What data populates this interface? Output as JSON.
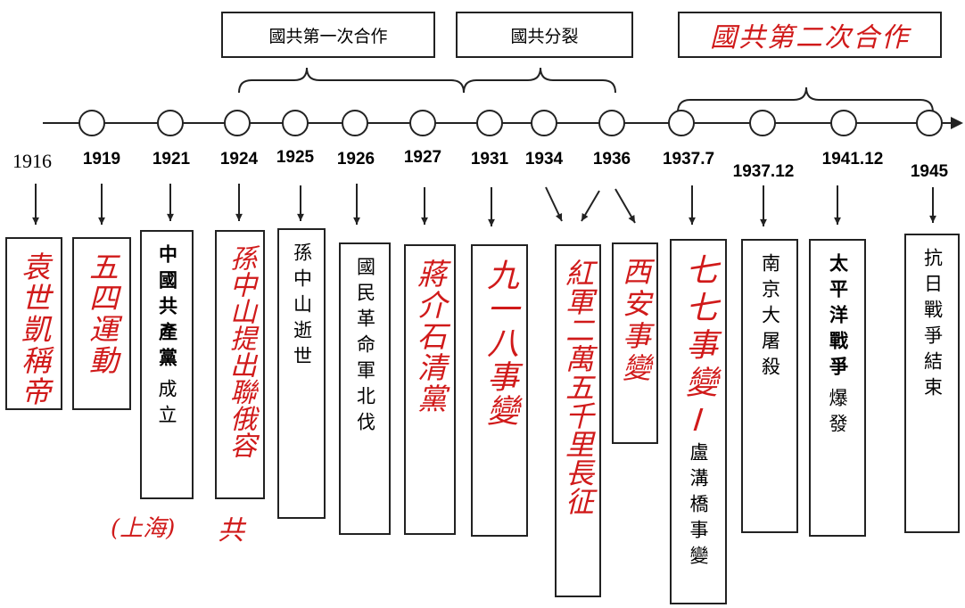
{
  "periods": [
    {
      "label": "國共第一次合作"
    },
    {
      "label": "國共分裂"
    },
    {
      "label": "國共第二次合作"
    }
  ],
  "years": [
    "1916",
    "1919",
    "1921",
    "1924",
    "1925",
    "1926",
    "1927",
    "1931",
    "1934",
    "1936",
    "1937.7",
    "1937.12",
    "1941.12",
    "1945"
  ],
  "events": [
    {
      "text": "袁世凱稱帝"
    },
    {
      "text": "五四運動"
    },
    {
      "text": "中國共產黨",
      "sub": "成立"
    },
    {
      "text": "孫中山提出聯俄容共"
    },
    {
      "text": "孫中山逝世"
    },
    {
      "text": "國民革命軍北伐"
    },
    {
      "text": "蔣介石清黨"
    },
    {
      "text": "九一八事變"
    },
    {
      "text": "紅軍二萬五千里長征"
    },
    {
      "text": "西安事變"
    },
    {
      "text": "七七事變",
      "sub": "盧溝橋事變"
    },
    {
      "text": "南京大屠殺"
    },
    {
      "text": "太平洋戰爭",
      "sub": "爆發"
    },
    {
      "text": "抗日戰爭結束"
    }
  ],
  "notes": {
    "shanghai": "(上海)"
  },
  "colors": {
    "ink": "#222222",
    "handwriting": "#d01a1a"
  }
}
